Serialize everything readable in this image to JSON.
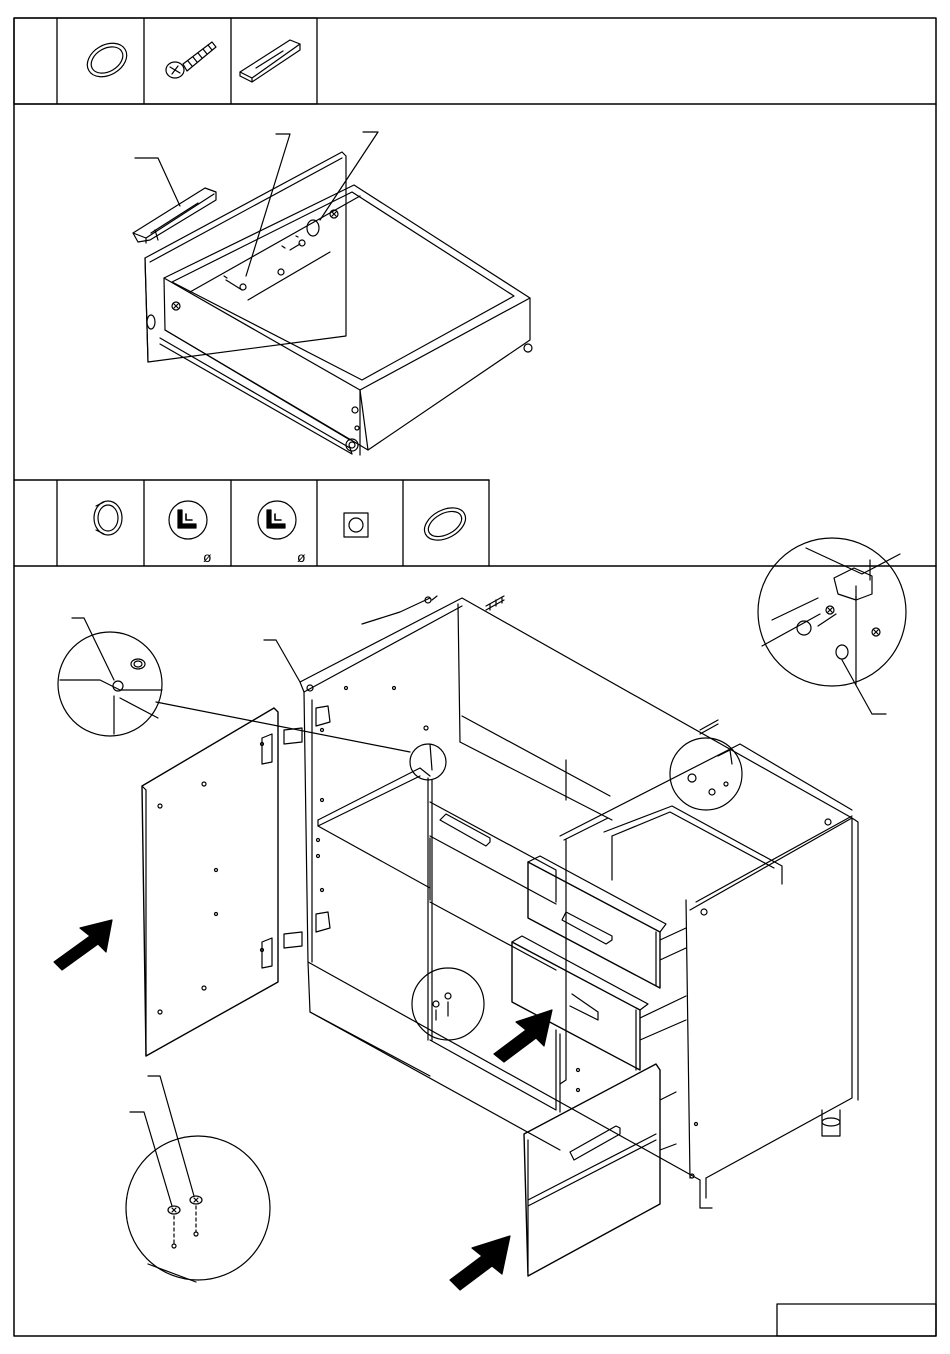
{
  "sheet": {
    "title": "",
    "page_box_text": ""
  },
  "parts_row_top": {
    "cells": [
      {
        "icon": "oval-cap-icon"
      },
      {
        "icon": "screw-icon"
      },
      {
        "icon": "bar-handle-icon"
      }
    ]
  },
  "parts_row_mid": {
    "cells": [
      {
        "icon": "knob-icon"
      },
      {
        "icon": "corner-connector-icon",
        "label": "ø"
      },
      {
        "icon": "corner-connector-icon",
        "label": "ø"
      },
      {
        "icon": "square-plate-icon"
      },
      {
        "icon": "oval-cap-icon"
      }
    ]
  },
  "steps": [
    {
      "name": "drawer-handle-assembly",
      "icon": "drawer-icon"
    },
    {
      "name": "cabinet-final-assembly",
      "icon": "cabinet-icon"
    }
  ],
  "colors": {
    "line": "#000000",
    "background": "#ffffff",
    "arrow": "#000000"
  }
}
